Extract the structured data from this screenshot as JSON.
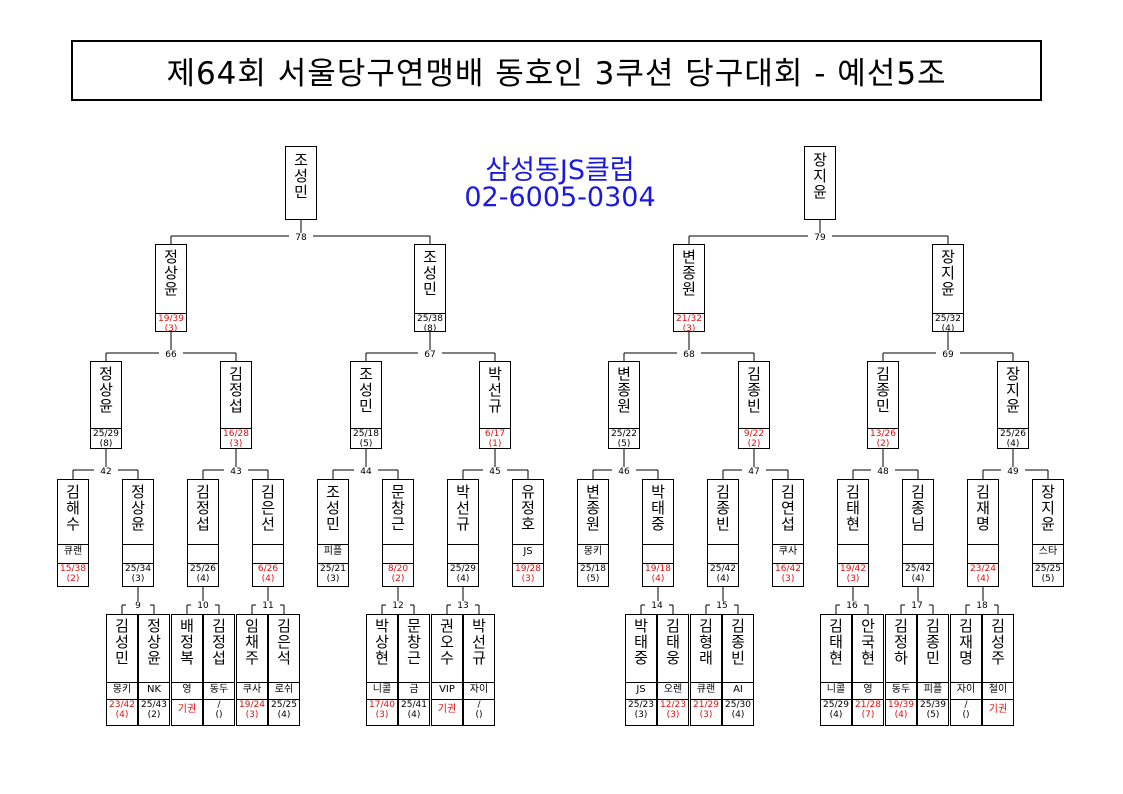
{
  "title": "제64회 서울당구연맹배 동호인 3쿠션 당구대회 - 예선5조",
  "sponsor": {
    "name": "삼성동JS클럽",
    "phone": "02-6005-0304"
  },
  "final": {
    "matches": [
      "78",
      "79"
    ],
    "players": [
      "조성민",
      "장지윤"
    ]
  },
  "round_of_4": {
    "matches": [
      "66",
      "67",
      "68",
      "69"
    ],
    "players": [
      {
        "name": "정상윤",
        "score": "19/39",
        "inning": "(3)",
        "red": true
      },
      {
        "name": "조성민",
        "score": "25/38",
        "inning": "(8)",
        "red": false
      },
      {
        "name": "변종원",
        "score": "21/32",
        "inning": "(3)",
        "red": true
      },
      {
        "name": "장지윤",
        "score": "25/32",
        "inning": "(4)",
        "red": false
      }
    ]
  },
  "round_of_8": {
    "matches": [
      "42",
      "43",
      "44",
      "45",
      "46",
      "47",
      "48",
      "49"
    ],
    "players": [
      {
        "name": "정상윤",
        "score": "25/29",
        "inning": "(8)",
        "red": false
      },
      {
        "name": "김정섭",
        "score": "16/28",
        "inning": "(3)",
        "red": true
      },
      {
        "name": "조성민",
        "score": "25/18",
        "inning": "(5)",
        "red": false
      },
      {
        "name": "박선규",
        "score": "6/17",
        "inning": "(1)",
        "red": true
      },
      {
        "name": "변종원",
        "score": "25/22",
        "inning": "(5)",
        "red": false
      },
      {
        "name": "김종빈",
        "score": "9/22",
        "inning": "(2)",
        "red": true
      },
      {
        "name": "김종민",
        "score": "13/26",
        "inning": "(2)",
        "red": true
      },
      {
        "name": "장지윤",
        "score": "25/26",
        "inning": "(4)",
        "red": false
      }
    ]
  },
  "round_of_16": {
    "players": [
      {
        "name": "김해수",
        "club": "큐랜",
        "score": "15/38",
        "inning": "(2)",
        "red": true
      },
      {
        "name": "정상윤",
        "club": "",
        "score": "25/34",
        "inning": "(3)",
        "red": false
      },
      {
        "name": "김정섭",
        "club": "",
        "score": "25/26",
        "inning": "(4)",
        "red": false
      },
      {
        "name": "김은선",
        "club": "",
        "score": "6/26",
        "inning": "(4)",
        "red": true
      },
      {
        "name": "조성민",
        "club": "피플",
        "score": "25/21",
        "inning": "(3)",
        "red": false
      },
      {
        "name": "문창근",
        "club": "",
        "score": "8/20",
        "inning": "(2)",
        "red": true
      },
      {
        "name": "박선규",
        "club": "",
        "score": "25/29",
        "inning": "(4)",
        "red": false
      },
      {
        "name": "유정호",
        "club": "JS",
        "score": "19/28",
        "inning": "(3)",
        "red": true
      },
      {
        "name": "변종원",
        "club": "몽키",
        "score": "25/18",
        "inning": "(5)",
        "red": false
      },
      {
        "name": "박태중",
        "club": "",
        "score": "19/18",
        "inning": "(4)",
        "red": true
      },
      {
        "name": "김종빈",
        "club": "",
        "score": "25/42",
        "inning": "(4)",
        "red": false
      },
      {
        "name": "김연섭",
        "club": "쿠사",
        "score": "16/42",
        "inning": "(3)",
        "red": true
      },
      {
        "name": "김태현",
        "club": "",
        "score": "19/42",
        "inning": "(3)",
        "red": true
      },
      {
        "name": "김종님",
        "club": "",
        "score": "25/42",
        "inning": "(4)",
        "red": false
      },
      {
        "name": "김재명",
        "club": "",
        "score": "23/24",
        "inning": "(4)",
        "red": true
      },
      {
        "name": "장지윤",
        "club": "스타",
        "score": "25/25",
        "inning": "(5)",
        "red": false
      }
    ]
  },
  "round_of_32": {
    "matches": [
      "9",
      "10",
      "11",
      "12",
      "13",
      "14",
      "15",
      "16",
      "17",
      "18"
    ],
    "players": [
      {
        "name": "김성민",
        "club": "몽키",
        "score": "23/42",
        "inning": "(4)",
        "red": true
      },
      {
        "name": "정상윤",
        "club": "NK",
        "score": "25/43",
        "inning": "(2)",
        "red": false
      },
      {
        "name": "배정복",
        "club": "영",
        "score": "기권",
        "inning": "",
        "red": true
      },
      {
        "name": "김정섭",
        "club": "동두",
        "score": "/",
        "inning": "()",
        "red": false
      },
      {
        "name": "임채주",
        "club": "쿠사",
        "score": "19/24",
        "inning": "(3)",
        "red": true
      },
      {
        "name": "김은석",
        "club": "로쉬",
        "score": "25/25",
        "inning": "(4)",
        "red": false
      },
      {
        "name": "박상현",
        "club": "니콜",
        "score": "17/40",
        "inning": "(3)",
        "red": true
      },
      {
        "name": "문창근",
        "club": "금",
        "score": "25/41",
        "inning": "(4)",
        "red": false
      },
      {
        "name": "권오수",
        "club": "VIP",
        "score": "기권",
        "inning": "",
        "red": true
      },
      {
        "name": "박선규",
        "club": "자이",
        "score": "/",
        "inning": "()",
        "red": false
      },
      {
        "name": "박태중",
        "club": "JS",
        "score": "25/23",
        "inning": "(3)",
        "red": false
      },
      {
        "name": "김태웅",
        "club": "오렌",
        "score": "12/23",
        "inning": "(3)",
        "red": true
      },
      {
        "name": "김형래",
        "club": "큐랜",
        "score": "21/29",
        "inning": "(3)",
        "red": true
      },
      {
        "name": "김종빈",
        "club": "AI",
        "score": "25/30",
        "inning": "(4)",
        "red": false
      },
      {
        "name": "김태현",
        "club": "니콜",
        "score": "25/29",
        "inning": "(4)",
        "red": false
      },
      {
        "name": "안국현",
        "club": "영",
        "score": "21/28",
        "inning": "(7)",
        "red": true
      },
      {
        "name": "김정하",
        "club": "동두",
        "score": "19/39",
        "inning": "(4)",
        "red": true
      },
      {
        "name": "김종민",
        "club": "피플",
        "score": "25/39",
        "inning": "(5)",
        "red": false
      },
      {
        "name": "김재명",
        "club": "자이",
        "score": "/",
        "inning": "()",
        "red": false
      },
      {
        "name": "김성주",
        "club": "철이",
        "score": "기권",
        "inning": "",
        "red": true
      }
    ]
  }
}
